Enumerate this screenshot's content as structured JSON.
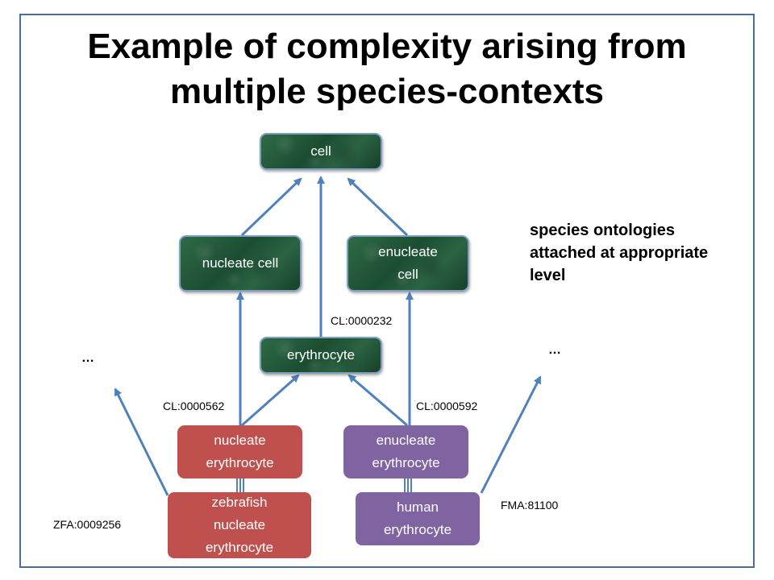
{
  "slide": {
    "title_lines": [
      "Example of complexity arising from",
      "multiple species-contexts"
    ],
    "note_lines": [
      "species ontologies",
      "attached at appropriate",
      "level"
    ]
  },
  "nodes": {
    "cell": "cell",
    "nucleate_cell": "nucleate cell",
    "enucleate_cell": [
      "enucleate",
      "cell"
    ],
    "erythrocyte": "erythrocyte",
    "nucleate_erythrocyte": [
      "nucleate",
      "erythrocyte"
    ],
    "enucleate_erythrocyte": [
      "enucleate",
      "erythrocyte"
    ],
    "zebrafish": [
      "zebrafish",
      "nucleate",
      "erythrocyte"
    ],
    "human": [
      "human",
      "erythrocyte"
    ]
  },
  "labels": {
    "cl_232": "CL:0000232",
    "cl_562": "CL:0000562",
    "cl_592": "CL:0000592",
    "zfa": "ZFA:0009256",
    "fma": "FMA:81100",
    "ellipsis_left": "…",
    "ellipsis_right": "…"
  },
  "colors": {
    "arrow": "#4f81bd",
    "green_node": "#1f5235",
    "red_node": "#c0504d",
    "purple_node": "#8064a2",
    "frame": "#4a6d9c"
  }
}
